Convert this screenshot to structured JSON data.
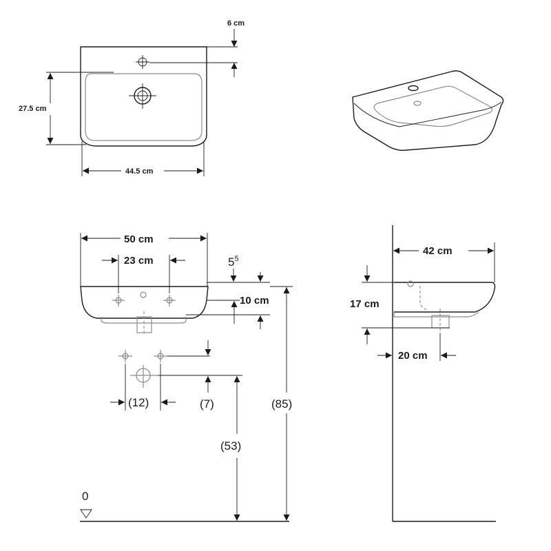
{
  "top_view": {
    "dim_tap_offset": "6 cm",
    "dim_depth": "27.5 cm",
    "dim_basin_width": "44.5 cm"
  },
  "front_view": {
    "dim_total_width": "50 cm",
    "dim_hole_spacing": "23 cm",
    "dim_rim_offset": "5",
    "dim_rim_offset_sup": "5",
    "dim_basin_height": "10 cm",
    "dim_supply_spacing": "(12)",
    "dim_supply_offset": "(7)",
    "dim_outlet_height": "(53)",
    "dim_rim_height": "(85)",
    "floor_label": "0"
  },
  "side_view": {
    "dim_projection": "42 cm",
    "dim_height": "17 cm",
    "dim_outlet_distance": "20 cm"
  }
}
